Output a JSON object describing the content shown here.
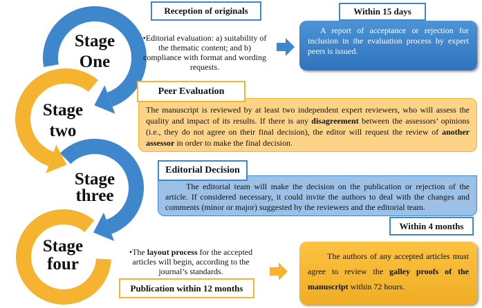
{
  "stages": [
    {
      "line1": "Stage",
      "line2": "One"
    },
    {
      "line1": "Stage",
      "line2": "two"
    },
    {
      "line1": "Stage",
      "line2": "three"
    },
    {
      "line1": "Stage",
      "line2": "four"
    }
  ],
  "colors": {
    "blue": "#3f87cc",
    "yellow": "#f5b32f",
    "peer_box": "#fdd487",
    "decision_box": "#9dc0e7",
    "report_box": "#3a7fc6",
    "proof_box": "#f8b931"
  },
  "stage1": {
    "label": "Reception of originals",
    "deadline": "Within 15 days",
    "bullet": "•Editorial evaluation: a) suitability of the thematic content; and b) compliance with format and wording requests.",
    "result": "A report of acceptance or rejection for inclusion in the evaluation process by expert peers is issued."
  },
  "stage2": {
    "label": "Peer Evaluation",
    "text_a": "The manuscript is reviewed by at least two independent expert reviewers, who will assess the quality and impact of its results. If there is any ",
    "bold_a": "disagreement",
    "text_b": " between the assessors’ opinions (i.e., they do not agree on their final decision), the editor will request the review of ",
    "bold_b": "another assessor",
    "text_c": " in order to make the final decision."
  },
  "stage3": {
    "label": "Editorial Decision",
    "text": "The editorial team will make the decision on the publication or rejection of the article. If considered necessary, it could invite the authors to deal with the changes and comments (minor or major) suggested by the reviewers and the editorial team.",
    "deadline": "Within 4 months"
  },
  "stage4": {
    "bullet_a": "•The ",
    "bullet_bold": "layout process",
    "bullet_b": " for the accepted articles will begin, according to the journal’s standards.",
    "deadline": "Publication within 12 months",
    "text_a": "The authors of any accepted articles must agree to review the ",
    "text_bold": "galley proofs of the manuscript",
    "text_b": " within 72 hours."
  }
}
